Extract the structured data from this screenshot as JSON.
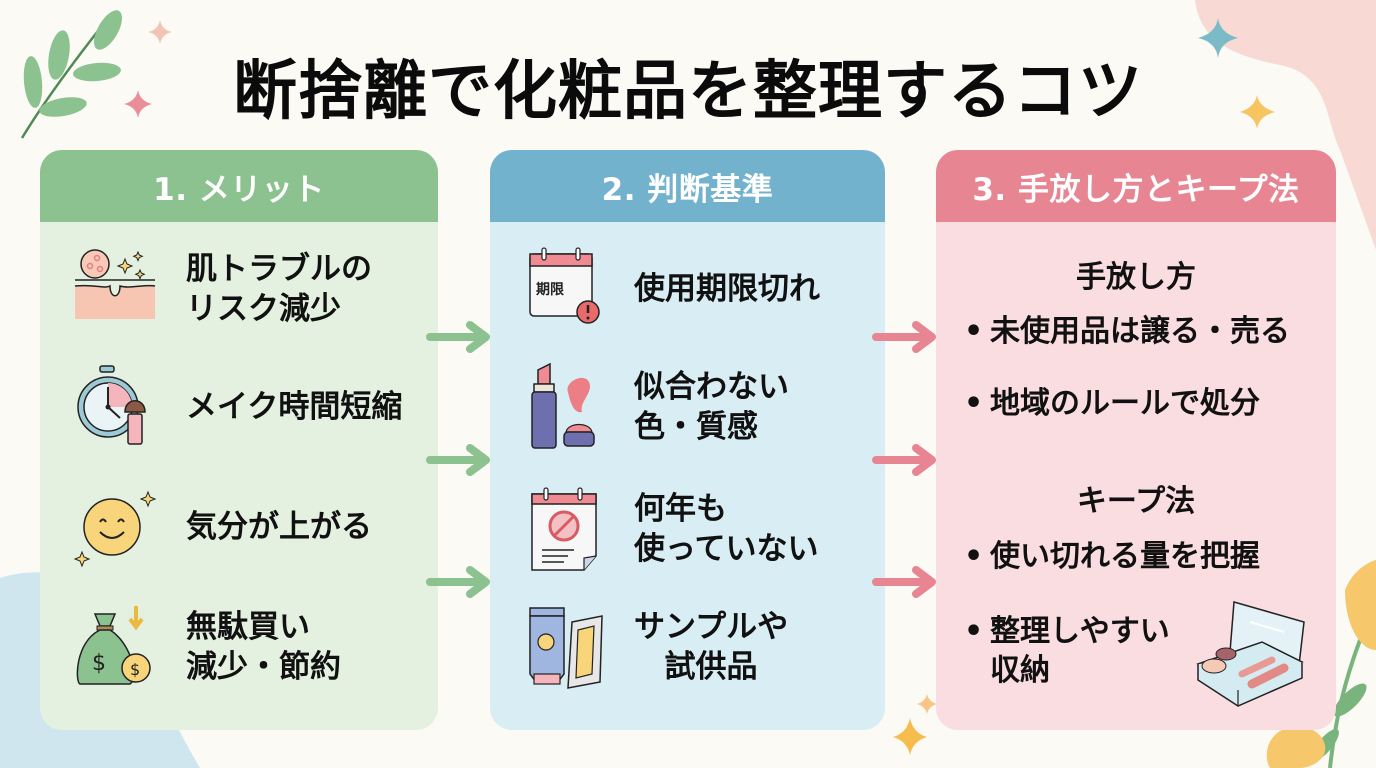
{
  "title": "断捨離で化粧品を整理するコツ",
  "colors": {
    "green": "#8cc190",
    "blue": "#72b2cc",
    "pink": "#e78593",
    "background": "#fcfaf5"
  },
  "columns": [
    {
      "header": "1. メリット",
      "items": [
        {
          "icon": "skin-sparkle-icon",
          "text": "肌トラブルの\nリスク減少"
        },
        {
          "icon": "stopwatch-brush-icon",
          "text": "メイク時間短縮"
        },
        {
          "icon": "smiley-face-icon",
          "text": "気分が上がる"
        },
        {
          "icon": "money-bag-coin-icon",
          "text": "無駄買い\n減少・節約"
        }
      ]
    },
    {
      "header": "2. 判断基準",
      "items": [
        {
          "icon": "calendar-expired-icon",
          "calendar_label": "期限",
          "text": "使用期限切れ"
        },
        {
          "icon": "lipstick-swatch-icon",
          "text": "似合わない\n色・質感"
        },
        {
          "icon": "calendar-prohibited-icon",
          "text": "何年も\n使っていない"
        },
        {
          "icon": "sample-tube-sachet-icon",
          "text": "サンプルや\n試供品"
        }
      ]
    },
    {
      "header": "3. 手放し方とキープ法",
      "sections": [
        {
          "heading": "手放し方",
          "bullets": [
            "未使用品は譲る・売る",
            "地域のルールで処分"
          ]
        },
        {
          "heading": "キープ法",
          "bullets": [
            "使い切れる量を把握",
            "整理しやすい\n収納"
          ]
        }
      ],
      "illustration": "makeup-organizer-box-icon"
    }
  ],
  "bullet_glyph": "•",
  "arrows": {
    "left_to_middle": 3,
    "middle_to_right": 3
  }
}
